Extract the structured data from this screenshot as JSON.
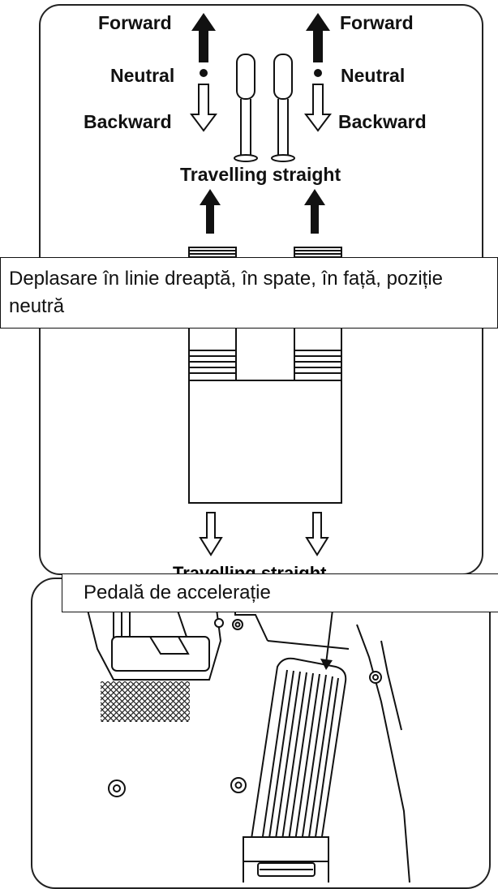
{
  "top_diagram": {
    "left_labels": {
      "forward": "Forward",
      "neutral": "Neutral",
      "backward": "Backward"
    },
    "right_labels": {
      "forward": "Forward",
      "neutral": "Neutral",
      "backward": "Backward"
    },
    "travelling_top": "Travelling straight",
    "travelling_bottom": "Travelling straight"
  },
  "captions": {
    "travel": "Deplasare în linie dreaptă, în spate, în față, poziție neutră",
    "pedal": "Pedală de accelerație"
  }
}
